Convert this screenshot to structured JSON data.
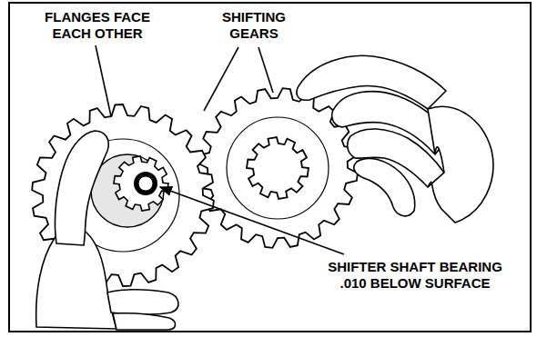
{
  "diagram": {
    "labels": [
      "FLANGES FACE EACH OTHER",
      "SHIFTING GEARS",
      "SHIFTER SHAFT BEARING .010 BELOW SURFACE"
    ]
  }
}
